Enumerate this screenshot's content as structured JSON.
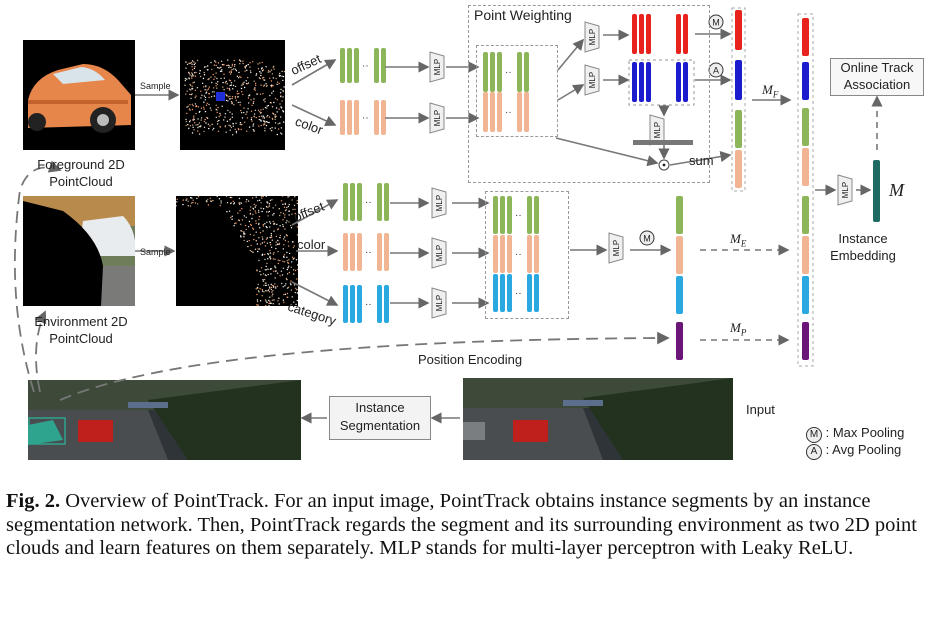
{
  "figure": {
    "foreground_label": "Foreground 2D",
    "foreground_label2": "PointCloud",
    "environment_label": "Environment 2D",
    "environment_label2": "PointCloud",
    "sample1": "Sample",
    "sample2": "Sample",
    "offset1": "offset",
    "color1": "color",
    "offset2": "offset",
    "color2": "color",
    "category": "category",
    "mlp": "MLP",
    "point_weighting": "Point Weighting",
    "sum": "sum",
    "mf": "M",
    "mf_sub": "F",
    "me": "M",
    "me_sub": "E",
    "mp": "M",
    "mp_sub": "P",
    "m_big": "M",
    "instance_embedding": "Instance",
    "instance_embedding2": "Embedding",
    "online_track": "Online Track",
    "online_track2": "Association",
    "position_encoding": "Position Encoding",
    "instance_seg": "Instance",
    "instance_seg2": "Segmentation",
    "input": "Input",
    "max_pool_symbol": "M",
    "avg_pool_symbol": "A",
    "legend_max": ": Max Pooling",
    "legend_avg": ": Avg Pooling"
  },
  "caption": {
    "label": "Fig. 2.",
    "text": "Overview of PointTrack. For an input image, PointTrack obtains instance segments by an instance segmentation network. Then, PointTrack regards the segment and its surrounding environment as two 2D point clouds and learn features on them separately. MLP stands for multi-layer perceptron with Leaky ReLU."
  },
  "colors": {
    "green": "#8db65a",
    "salmon": "#f2b593",
    "blue_light": "#2aa8e0",
    "red": "#e8231d",
    "blue": "#1c1ccf",
    "purple": "#6b1578",
    "teal": "#1f6b63"
  }
}
